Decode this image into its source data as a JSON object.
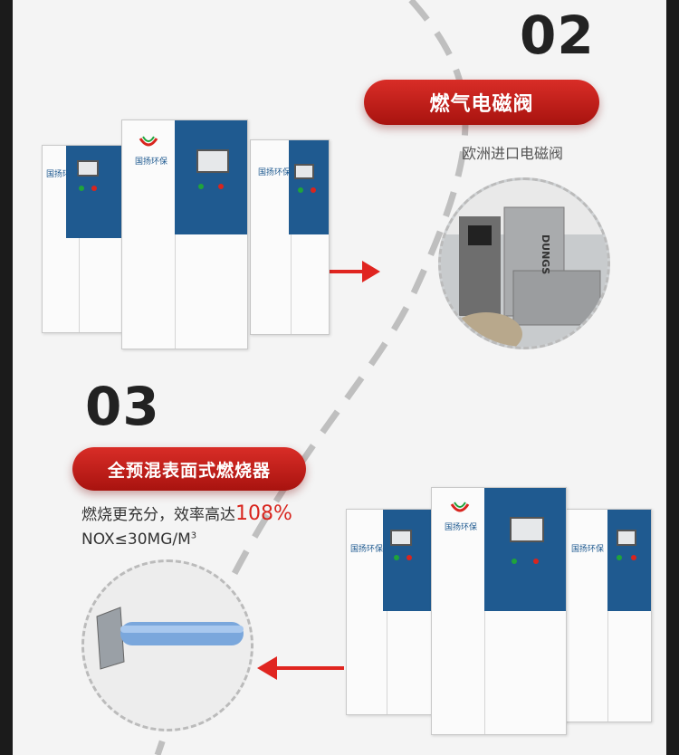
{
  "section_02": {
    "number": "02",
    "title": "燃气电磁阀",
    "subtitle": "欧洲进口电磁阀",
    "valve_brand_label": "DUNGS"
  },
  "section_03": {
    "number": "03",
    "title": "全预混表面式燃烧器",
    "desc_line1_prefix": "燃烧更充分，效率高达",
    "desc_line1_highlight": "108%",
    "desc_line2": "NOX≤30MG/M",
    "desc_line2_sup": "3"
  },
  "brand": {
    "name": "国扬环保"
  },
  "colors": {
    "accent_red": "#d8251e",
    "panel_blue": "#1f5a90"
  }
}
